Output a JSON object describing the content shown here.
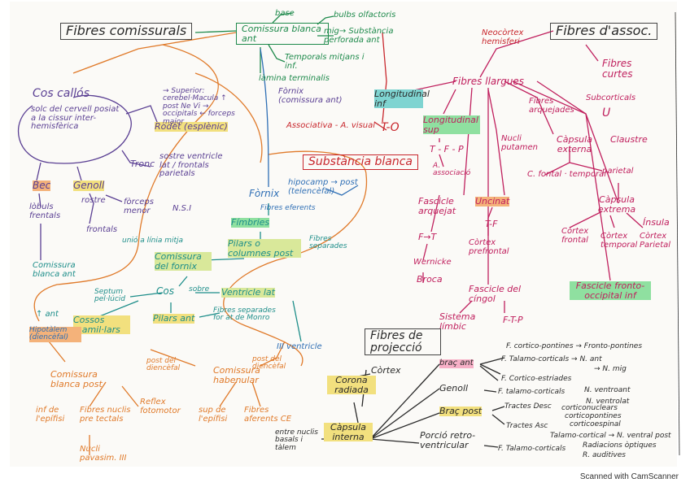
{
  "footer": "Scanned with CamScanner",
  "comisurals": {
    "title": "Fibres comissurals",
    "branch_top": "base",
    "comissura_blanca_ant": "Comissura blanca ant",
    "bulbs": "bulbs olfactoris",
    "mig": "mig→ Substància perforada ant",
    "temporals": "Temporals mitjans i inf.",
    "lamina": "làmina terminalis",
    "fornix_ant": "Fòrnix (comissura ant)",
    "cos_callos": "Cos callós",
    "solc": "solc del cervell posiat a la cissur inter-hemisfèrica",
    "rodet": "Rodet (esplènic)",
    "rodet_lines": "→ Superior: cerebel·Macula ↑ post  Ne Vi → occipitals ← forceps major",
    "tronc": "Tronc",
    "tronc_lines": "sostre ventricle lat / frontals parietals",
    "bec": "Bec",
    "genoll": "Genoll",
    "lobuls": "lòbuls frentals",
    "rostre": "rostre",
    "frontals": "frontals",
    "forceps_menor": "fòrceps menor",
    "nos": "N.S.I",
    "comissura_blanca_ant2": "Comissura blanca ant",
    "fornix": "Fòrnix",
    "fibres_eferents": "Fibres eferents",
    "fimbries": "Fímbries",
    "pilars_post": "Pilars o columnes post",
    "fibres_separades": "Fibres separades",
    "unio": "unió a línia mitja",
    "comissura_fornix": "Comissura del fornix",
    "septum": "Septum pel·lúcid",
    "cos": "Cos",
    "sobre": "sobre",
    "ventricle_lat": "Ventricle lat",
    "cossos_mamillars": "Cossos mamil·lars",
    "ant": "↑ ant",
    "hipotalem": "Hipotàlem (diencèfal)",
    "pilars_ant": "Pilars ant",
    "fibres_sep2": "Fibres separades for at de Monro",
    "iii_ventricle": "III ventricle",
    "post_diencefal": "post del diencèfal",
    "comissura_blanca_post": "Comissura blanca post",
    "comissura_habenular": "Comissura habenular",
    "post_diencefal2": "post del diencèfal",
    "sup_epifisi": "sup de l'epífisi",
    "fibres_aferents": "Fibres aferents CE",
    "inf_epifisi": "inf de l'epífisi",
    "fibres_nuclis": "Fibres nuclis pre tectals",
    "reflex": "Reflex fotomotor",
    "nucli_pavasim": "Nucli pavasim. III"
  },
  "blanca": {
    "title": "Substància blanca",
    "hipocamp": "hipocamp → post (telencèfal)",
    "associativa": "Associativa - A. visual",
    "to": "T-O"
  },
  "associacio": {
    "title": "Fibres d'assoc.",
    "neocortex": "Neocòrtex hemisferi",
    "fibres_curtes": "Fibres curtes",
    "fibres_llargues": "Fibres llargues",
    "longitudinal_inf": "Longitudinal inf",
    "longitudinal_sup": "Longitudinal sup",
    "tfp": "T - F - P",
    "a_associacio": "A. associació",
    "fibres_arquejades": "Fibres arquejades",
    "subcorticals": "Subcorticals",
    "u": "U",
    "nucli_putamen": "Nucli putamen",
    "capsula_externa": "Càpsula externa",
    "claustre": "Claustre",
    "fontal_temporal": "C. fontal · temporal",
    "parietal": "parietal",
    "fascicle_arquejat": "Fascicle arquejat",
    "fp": "F→T",
    "wernicke": "Wernicke",
    "broca": "Broca",
    "uncinat": "Uncinat",
    "tf": "T-F",
    "cortex_prefrontal": "Còrtex prefrontal",
    "capsula_extrema": "Càpsula extrema",
    "insula": "Ínsula",
    "cortex_frontal": "Còrtex frontal",
    "cortex_temporal": "Còrtex temporal",
    "cortex_parietal": "Còrtex Parietal",
    "fascicle_cingol": "Fascicle del cíngol",
    "sistema_limbic": "Sistema límbic",
    "ftp": "F-T-P",
    "fronto_occipital": "Fascicle fronto-occipital inf"
  },
  "projeccio": {
    "title": "Fibres de projecció",
    "cortex": "Còrtex",
    "corona_radiada": "Corona radiada",
    "capsula_interna": "Càpsula interna",
    "entre": "entre nuclis basals i tàlem",
    "braç_ant": "braç ant",
    "genoll": "Genoll",
    "braç_post": "Braç post",
    "porcio": "Porció retro-ventricular",
    "f_cortico_pontines": "F. cortico-pontines → Fronto-pontines",
    "f_talamo_corticals": "F. Talamo-corticals → N. ant",
    "n_mig": "→ N. mig",
    "f_cortico_estriades": "F. Cortico-estriades",
    "f_talamo_corticals2": "F. talamo-corticals",
    "n_ventroant": "N. ventroant",
    "n_ventrolat": "N. ventrolat",
    "tractes_desc": "Tractes Desc",
    "cortico_nuclears": "corticonuclears",
    "corticopontines": "corticopontines",
    "corticoespinal": "corticoespinal",
    "tractes_asc": "Tractes Asc",
    "talamo_cortical": "Talamo-cortical → N. ventral post",
    "f_talamo_corticals3": "F. Talamo-corticals",
    "radiacions_optiques": "Radiacions òptiques",
    "r_auditives": "R. auditives"
  }
}
